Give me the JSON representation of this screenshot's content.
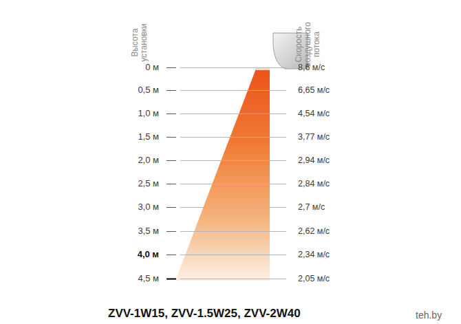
{
  "diagram": {
    "caption": "ZVV-1W15, ZVV-1.5W25, ZVV-2W40",
    "labels": [
      "Высота установки",
      "Скорость воздушного потока",
      "0 м",
      "0,5 м",
      "1,0 м",
      "1,5 м",
      "2,0 м",
      "2,5 м",
      "3,0 м",
      "3,5 м",
      "4,0 м",
      "4,5 м",
      "8,6 м/с",
      "6,65 м/с",
      "4,54 м/с",
      "3,77 м/с",
      "2,94 м/с",
      "2,84 м/с",
      "2,7 м/с",
      "2,62 м/с",
      "2,34 м/с",
      "2,05 м/с",
      "teh.by"
    ]
  }
}
